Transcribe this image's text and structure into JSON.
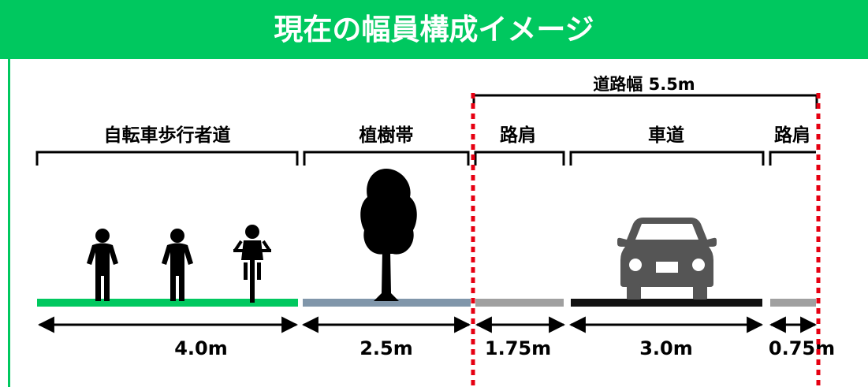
{
  "title": "現在の幅員構成イメージ",
  "road_width_label": "道路幅 5.5m",
  "sections": [
    {
      "id": "sidewalk",
      "label": "自転車歩行者道",
      "width": "4.0m"
    },
    {
      "id": "planting",
      "label": "植樹帯",
      "width": "2.5m"
    },
    {
      "id": "shoulder-left",
      "label": "路肩",
      "width": "1.75m"
    },
    {
      "id": "carriageway",
      "label": "車道",
      "width": "3.0m"
    },
    {
      "id": "shoulder-right",
      "label": "路肩",
      "width": "0.75m"
    }
  ],
  "colors": {
    "header": "#00c85f",
    "sidewalk_surface": "#00c85f",
    "planting_surface": "#8096aa",
    "shoulder_surface": "#a0a0a0",
    "carriageway_surface": "#111111",
    "road_boundary": "#e60012",
    "icon": "#000000",
    "car": "#555555"
  },
  "icons": [
    "pedestrian-icon",
    "pedestrian-icon",
    "cyclist-icon",
    "tree-icon",
    "car-icon"
  ]
}
